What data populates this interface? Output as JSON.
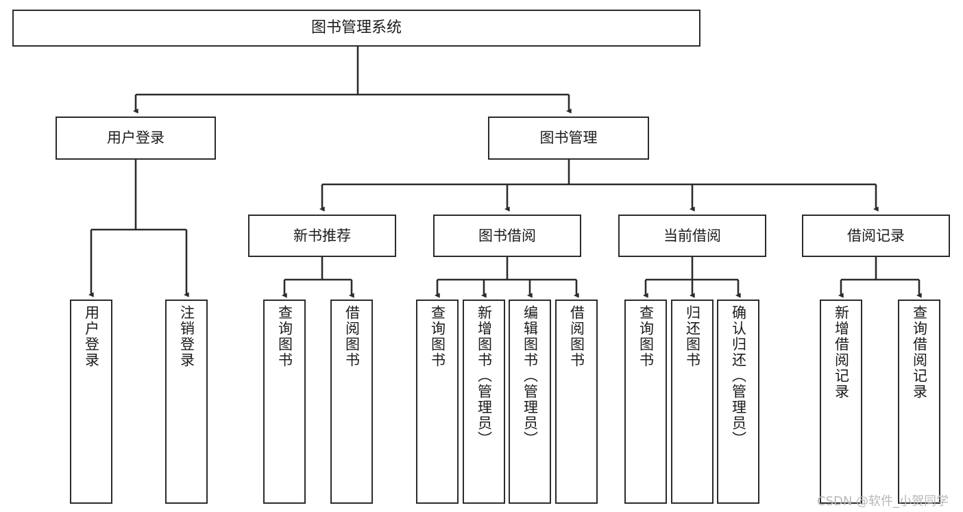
{
  "diagram": {
    "title": "图书管理系统",
    "type": "tree-hierarchy-chart",
    "colors": {
      "background": "#ffffff",
      "stroke": "#2b2b2b",
      "text": "#1b1b1b",
      "watermark": "#b8b8b8"
    },
    "root": {
      "label": "图书管理系统"
    },
    "level2": [
      {
        "label": "用户登录"
      },
      {
        "label": "图书管理"
      }
    ],
    "level3": [
      {
        "label": "新书推荐"
      },
      {
        "label": "图书借阅"
      },
      {
        "label": "当前借阅"
      },
      {
        "label": "借阅记录"
      }
    ],
    "leaves": {
      "user_login": [
        {
          "label": "用户登录"
        },
        {
          "label": "注销登录"
        }
      ],
      "new_book_recommend": [
        {
          "label": "查询图书"
        },
        {
          "label": "借阅图书"
        }
      ],
      "book_borrow": [
        {
          "label": "查询图书"
        },
        {
          "label": "新增图书（管理员）"
        },
        {
          "label": "编辑图书（管理员）"
        },
        {
          "label": "借阅图书"
        }
      ],
      "current_borrow": [
        {
          "label": "查询图书"
        },
        {
          "label": "归还图书"
        },
        {
          "label": "确认归还（管理员）"
        }
      ],
      "borrow_record": [
        {
          "label": "新增借阅记录"
        },
        {
          "label": "查询借阅记录"
        }
      ]
    },
    "watermark": "CSDN @软件_小贺同学"
  }
}
